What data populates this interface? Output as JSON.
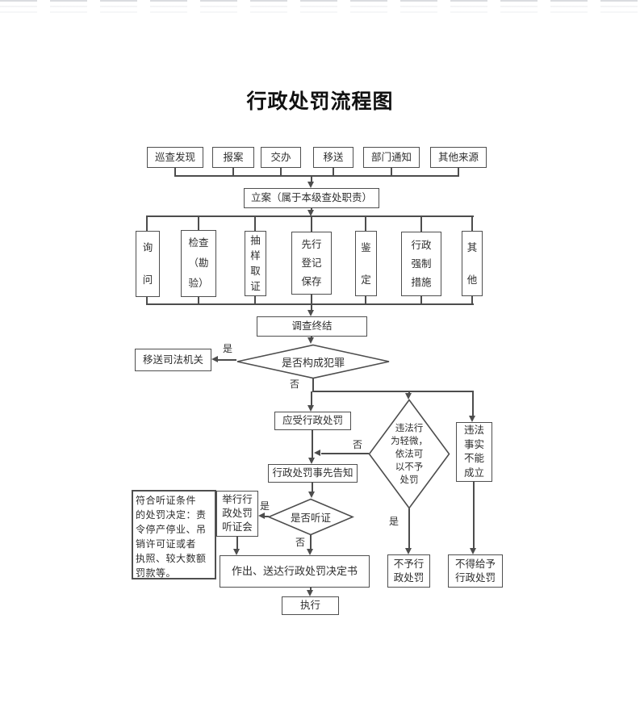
{
  "title": "行政处罚流程图",
  "colors": {
    "line": "#4d4d4d",
    "text": "#2e2e2e",
    "background": "#ffffff"
  },
  "labels": {
    "yes": "是",
    "no": "否"
  },
  "flow": {
    "sources": [
      {
        "label": "巡查发现"
      },
      {
        "label": "报案"
      },
      {
        "label": "交办"
      },
      {
        "label": "移送"
      },
      {
        "label": "部门通知"
      },
      {
        "label": "其他来源"
      }
    ],
    "filing": {
      "label": "立案（属于本级查处职责）"
    },
    "measures": [
      {
        "label": [
          "询",
          "问"
        ]
      },
      {
        "label": [
          "检查",
          "（勘",
          "验）"
        ]
      },
      {
        "label": [
          "抽",
          "样",
          "取",
          "证"
        ]
      },
      {
        "label": [
          "先行",
          "登记",
          "保存"
        ]
      },
      {
        "label": [
          "鉴",
          "定"
        ]
      },
      {
        "label": [
          "行政",
          "强制",
          "措施"
        ]
      },
      {
        "label": [
          "其",
          "他"
        ]
      }
    ],
    "investigation_end": {
      "label": "调查终结"
    },
    "crime_check": {
      "label": "是否构成犯罪"
    },
    "judicial_transfer": {
      "label": "移送司法机关"
    },
    "penalty_due": {
      "label": "应受行政处罚"
    },
    "minor_check": {
      "label": [
        "违法行",
        "为轻微，",
        "依法可",
        "以不予",
        "处罚"
      ]
    },
    "facts_fail": {
      "label": [
        "违法",
        "事实",
        "不能",
        "成立"
      ]
    },
    "prior_notice": {
      "label": "行政处罚事先告知"
    },
    "hearing_note": {
      "label": [
        "符合听证条件",
        "的处罚决定：责",
        "令停产停业、吊",
        "销许可证或者",
        "执照、较大数额",
        "罚款等。"
      ]
    },
    "hold_hearing": {
      "label": [
        "举行行",
        "政处罚",
        "听证会"
      ]
    },
    "hearing_check": {
      "label": "是否听证"
    },
    "decision_doc": {
      "label": "作出、送达行政处罚决定书"
    },
    "execution": {
      "label": "执行"
    },
    "no_penalty": {
      "label": [
        "不予行",
        "政处罚"
      ]
    },
    "penalty_forbidden": {
      "label": [
        "不得给予",
        "行政处罚"
      ]
    }
  }
}
